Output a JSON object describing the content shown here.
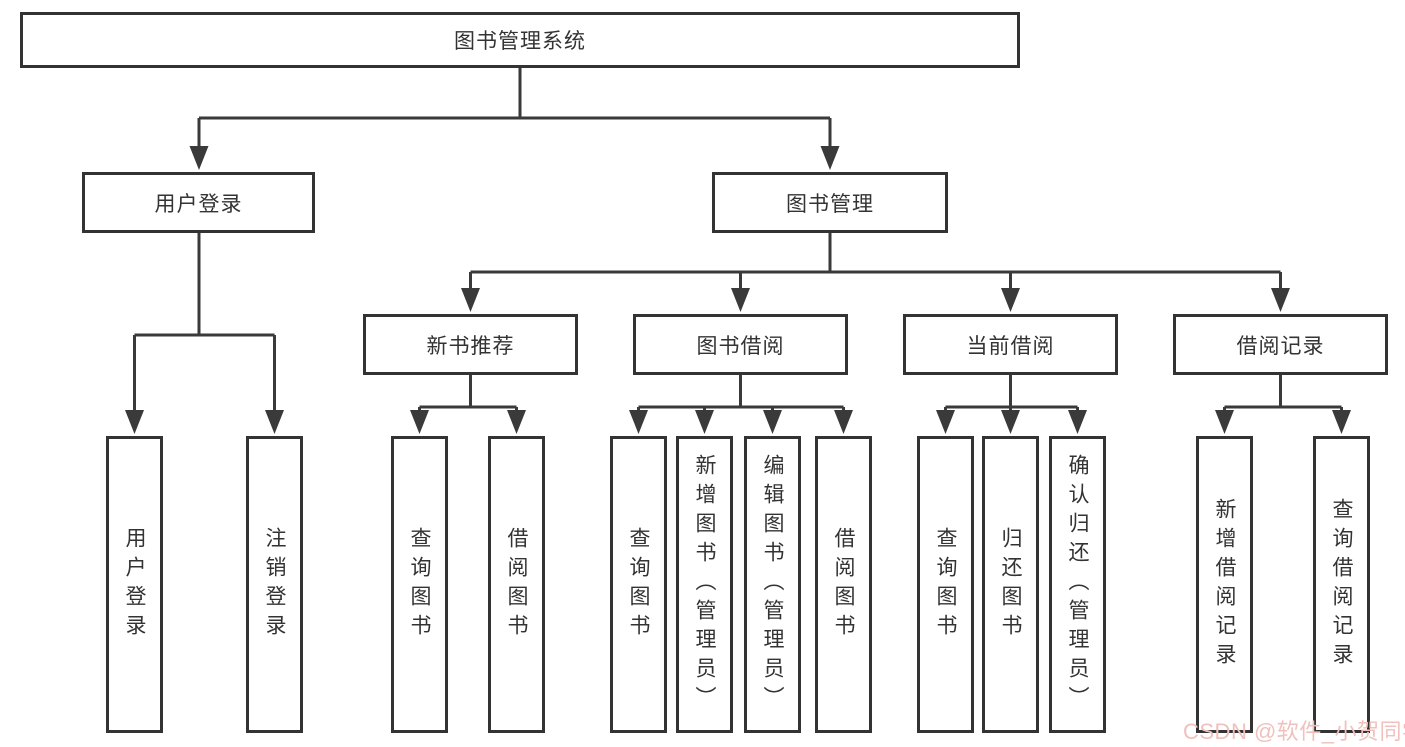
{
  "diagram": {
    "title": "图书管理系统",
    "branches": [
      {
        "label": "用户登录",
        "leaves": [
          "用户登录",
          "注销登录"
        ]
      },
      {
        "label": "图书管理",
        "sections": [
          {
            "label": "新书推荐",
            "leaves": [
              "查询图书",
              "借阅图书"
            ]
          },
          {
            "label": "图书借阅",
            "leaves": [
              "查询图书",
              "新增图书（管理员）",
              "编辑图书（管理员）",
              "借阅图书"
            ]
          },
          {
            "label": "当前借阅",
            "leaves": [
              "查询图书",
              "归还图书",
              "确认归还（管理员）"
            ]
          },
          {
            "label": "借阅记录",
            "leaves": [
              "新增借阅记录",
              "查询借阅记录"
            ]
          }
        ]
      }
    ]
  },
  "watermark": {
    "text": "CSDN @软件_小贺同学",
    "color": "#f0c1bc"
  },
  "colors": {
    "line": "#3a3a3a",
    "box_border": "#333333",
    "text": "#333333",
    "background": "#ffffff"
  }
}
